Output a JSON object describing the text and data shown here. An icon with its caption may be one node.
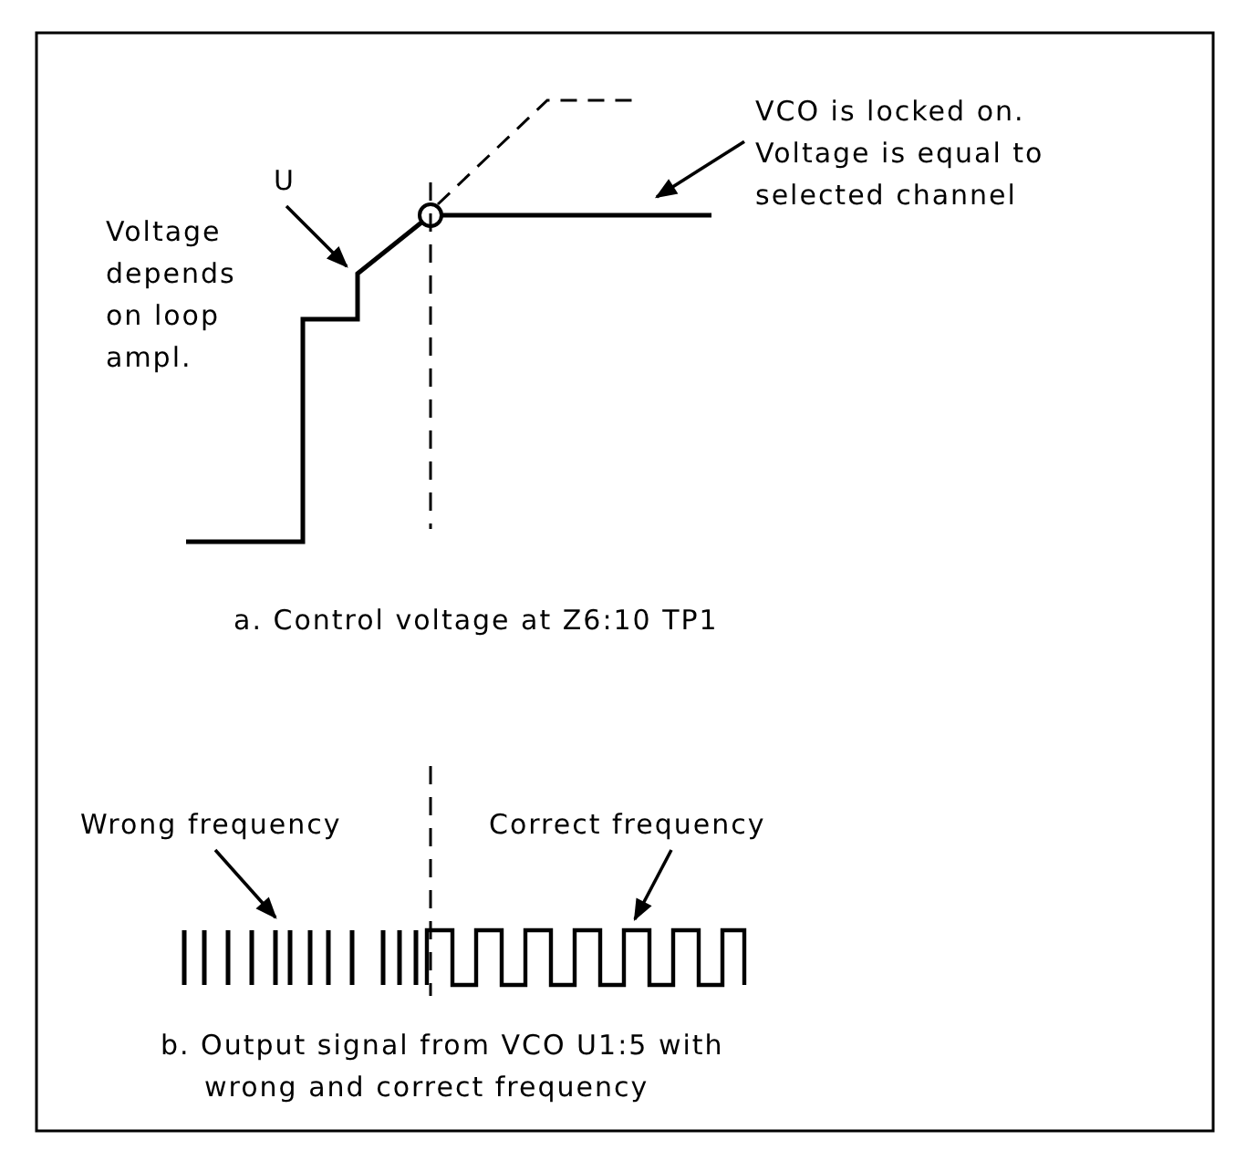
{
  "diagram": {
    "nodes": [
      {
        "text": [
          "U"
        ]
      },
      {
        "text": [
          "VCO is locked on. Voltage is equal to selected channel"
        ]
      },
      {
        "text": [
          "Wrong frequency"
        ]
      },
      {
        "text": [
          "Correct frequency"
        ]
      }
    ],
    "edges": [
      {
        "from": 0,
        "to": null,
        "arrow": "to"
      },
      {
        "from": 1,
        "to": null,
        "arrow": "to"
      },
      {
        "from": 2,
        "to": null,
        "arrow": "to"
      },
      {
        "from": 3,
        "to": null,
        "arrow": "to"
      }
    ],
    "labels": [
      "Voltage depends on loop ampl.",
      "a. Control voltage at Z6:10 TP1",
      "b. Output signal from VCO U1:5 with wrong and correct frequency"
    ]
  }
}
